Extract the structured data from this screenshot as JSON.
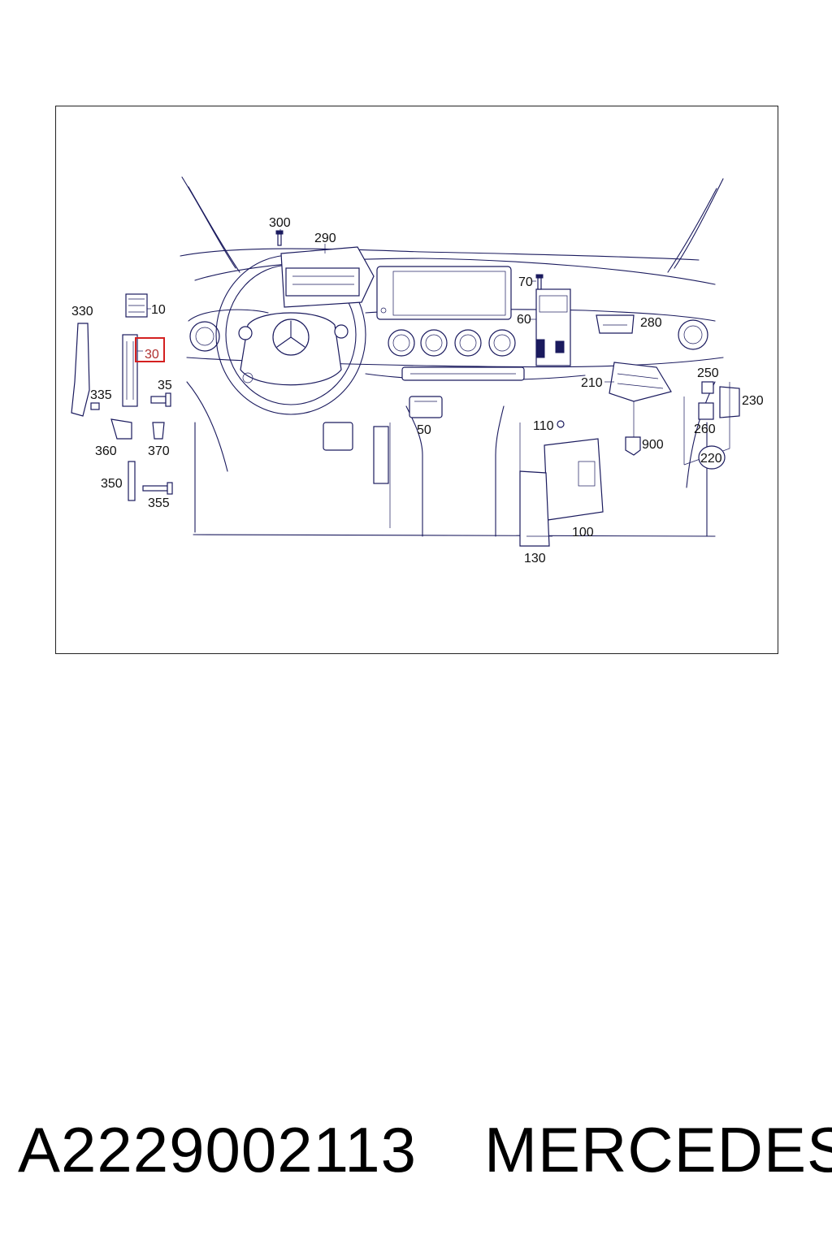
{
  "diagram": {
    "callouts": {
      "c10": "10",
      "c30": "30",
      "c35": "35",
      "c50": "50",
      "c60": "60",
      "c70": "70",
      "c100": "100",
      "c110": "110",
      "c130": "130",
      "c210": "210",
      "c220": "220",
      "c230": "230",
      "c250": "250",
      "c260": "260",
      "c280": "280",
      "c290": "290",
      "c300": "300",
      "c330": "330",
      "c335": "335",
      "c350": "350",
      "c355": "355",
      "c360": "360",
      "c370": "370",
      "c900": "900"
    },
    "highlighted_callout": "30",
    "highlight_color": "#d42020",
    "line_color": "#1a1a5e"
  },
  "footer": {
    "part_number": "A2229002113",
    "brand": "MERCEDES"
  }
}
